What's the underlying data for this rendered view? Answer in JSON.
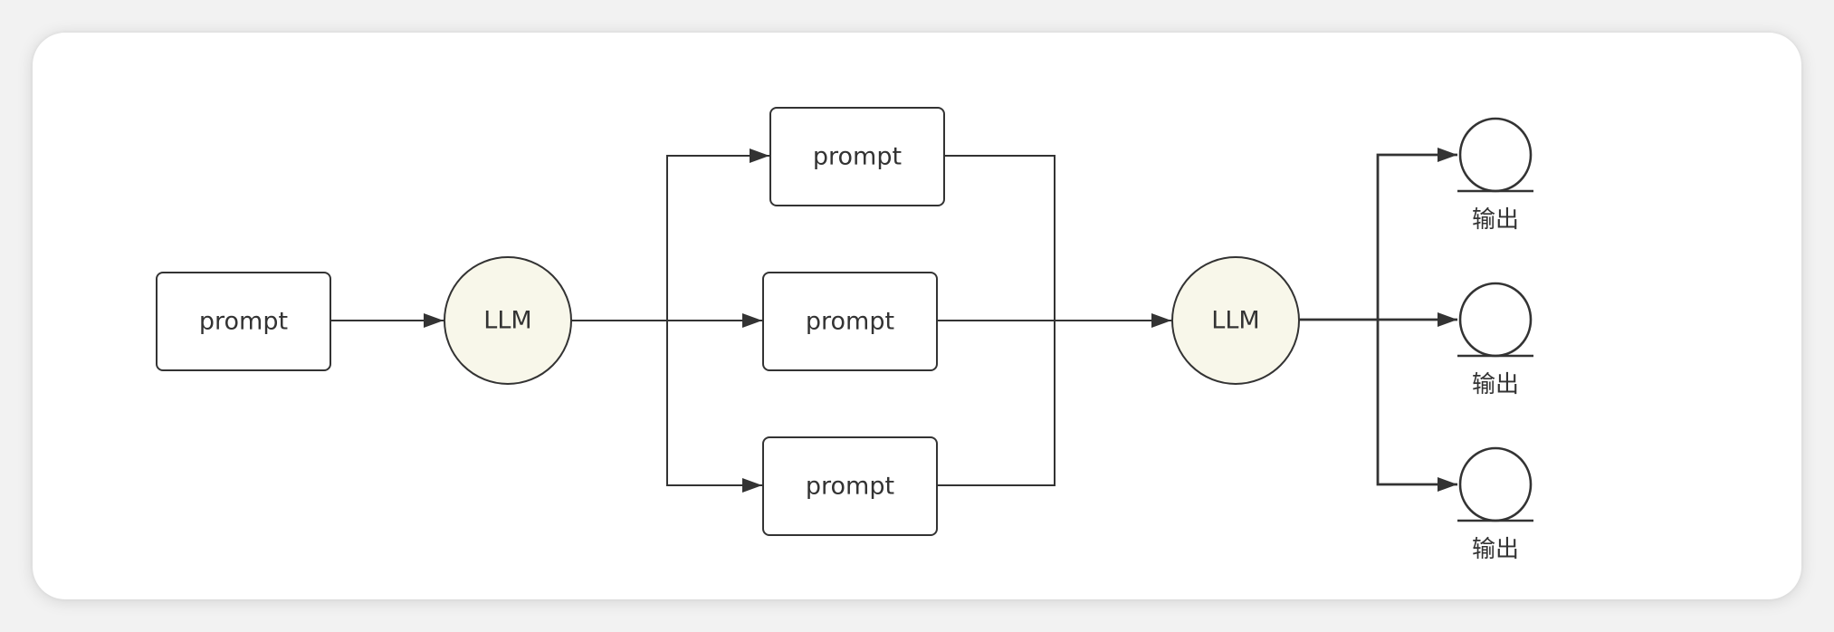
{
  "colors": {
    "llm_fill": "#f8f7ea",
    "stroke": "#333333",
    "card_background": "#ffffff"
  },
  "nodes": {
    "input_prompt": "prompt",
    "llm_first": "LLM",
    "branch_prompt_top": "prompt",
    "branch_prompt_middle": "prompt",
    "branch_prompt_bottom": "prompt",
    "llm_second": "LLM",
    "output_top": "输出",
    "output_middle": "输出",
    "output_bottom": "输出"
  },
  "icons": {
    "output": "person-icon"
  }
}
